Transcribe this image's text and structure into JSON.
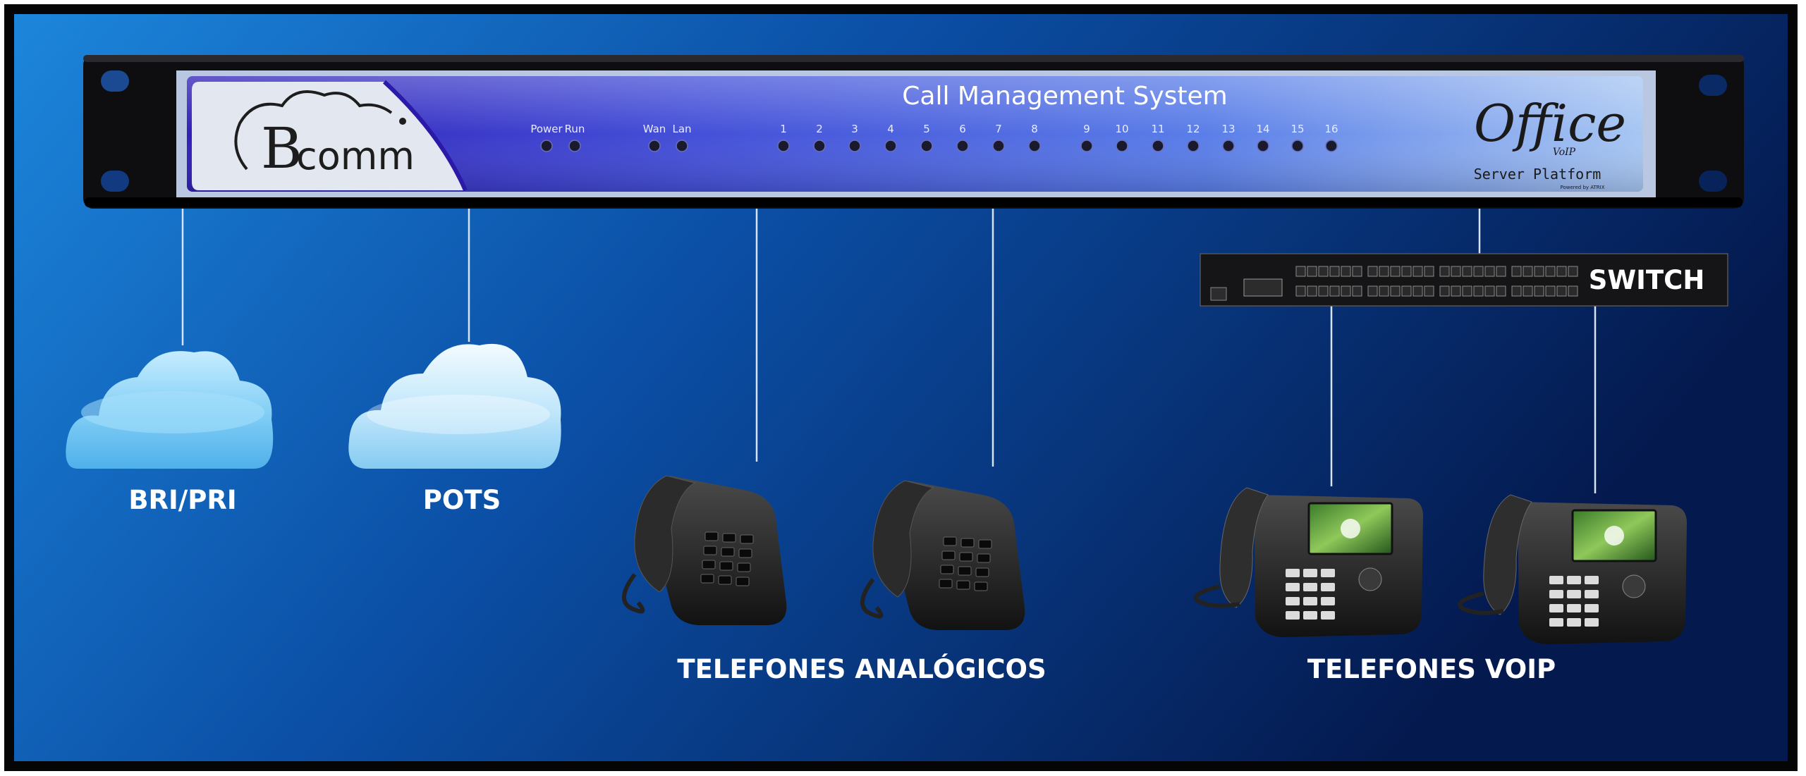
{
  "panel": {
    "logo_text": "comm",
    "logo_initial": "B",
    "title": "Call Management System",
    "brand": "Office",
    "brand_small": "VoIP",
    "platform": "Server Platform",
    "powered": "Powered by ATRIX"
  },
  "leds": {
    "status": [
      "Power",
      "Run",
      "Wan",
      "Lan"
    ],
    "ports": [
      "1",
      "2",
      "3",
      "4",
      "5",
      "6",
      "7",
      "8",
      "9",
      "10",
      "11",
      "12",
      "13",
      "14",
      "15",
      "16"
    ]
  },
  "switch": {
    "label": "SWITCH"
  },
  "labels": {
    "bri_pri": "BRI/PRI",
    "pots": "POTS",
    "analog": "TELEFONES ANALÓGICOS",
    "voip": "TELEFONES VOIP"
  },
  "colors": {
    "background_light": "#1b82d6",
    "background_dark": "#041d55",
    "panel_blue": "#3a3fd0",
    "cloud": "#8fd2f7",
    "line": "#d7e3f2"
  }
}
